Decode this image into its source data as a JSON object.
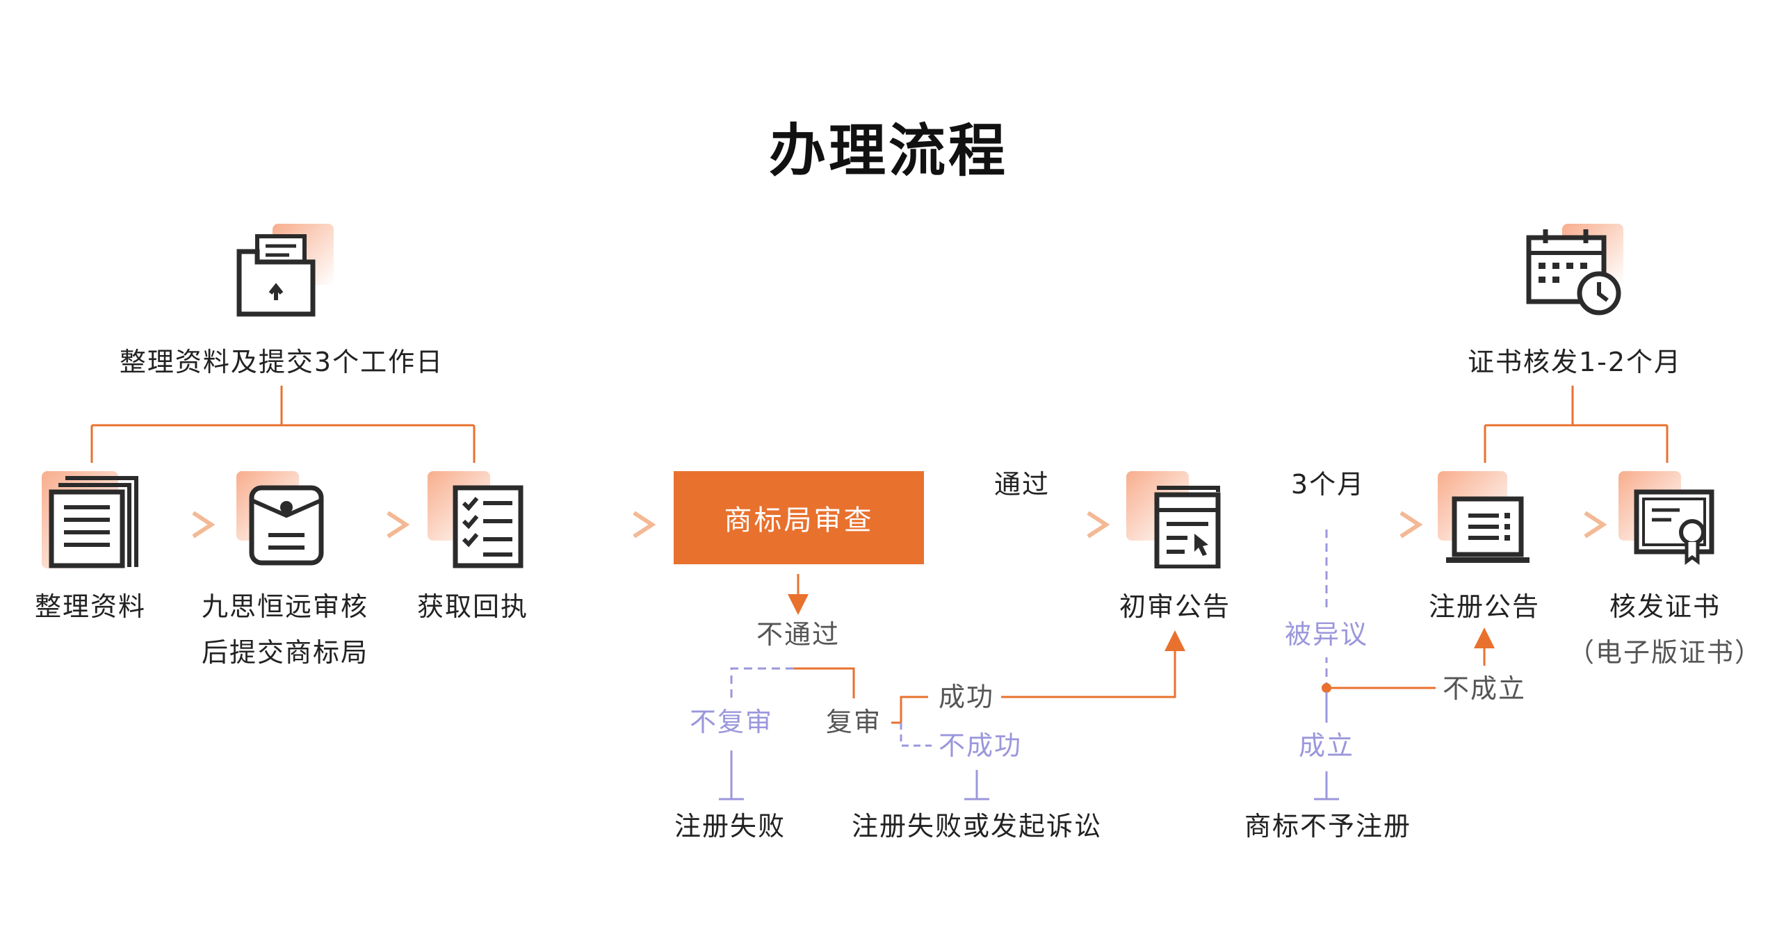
{
  "title": "办理流程",
  "labels": {
    "submit_group": "整理资料及提交3个工作日",
    "cert_group": "证书核发1-2个月",
    "step1": "整理资料",
    "step2_line1": "九思恒远审核",
    "step2_line2": "后提交商标局",
    "step3": "获取回执",
    "review": "商标局审查",
    "pass": "通过",
    "announce": "初审公告",
    "three_months": "3个月",
    "reg_announce": "注册公告",
    "issue_cert": "核发证书",
    "issue_cert_sub": "（电子版证书）",
    "fail": "不通过",
    "no_rereview": "不复审",
    "rereview": "复审",
    "success": "成功",
    "not_success": "不成功",
    "reg_failed": "注册失败",
    "reg_failed_lawsuit": "注册失败或发起诉讼",
    "opposed": "被异议",
    "established": "成立",
    "not_established": "不成立",
    "not_registered": "商标不予注册"
  },
  "colors": {
    "accent": "#e8712e",
    "line_orange": "#e8712e",
    "arrow_light": "#f6c9ad",
    "purple": "#9b97dc",
    "icon_dark": "#2b2b2b"
  },
  "icons": {
    "submit_group": "upload-folder-icon",
    "cert_group": "calendar-clock-icon",
    "step1": "documents-stack-icon",
    "step2": "sealed-envelope-icon",
    "step3": "checklist-icon",
    "announce": "announcement-document-icon",
    "reg_announce": "monitor-list-icon",
    "issue_cert": "certificate-icon"
  }
}
